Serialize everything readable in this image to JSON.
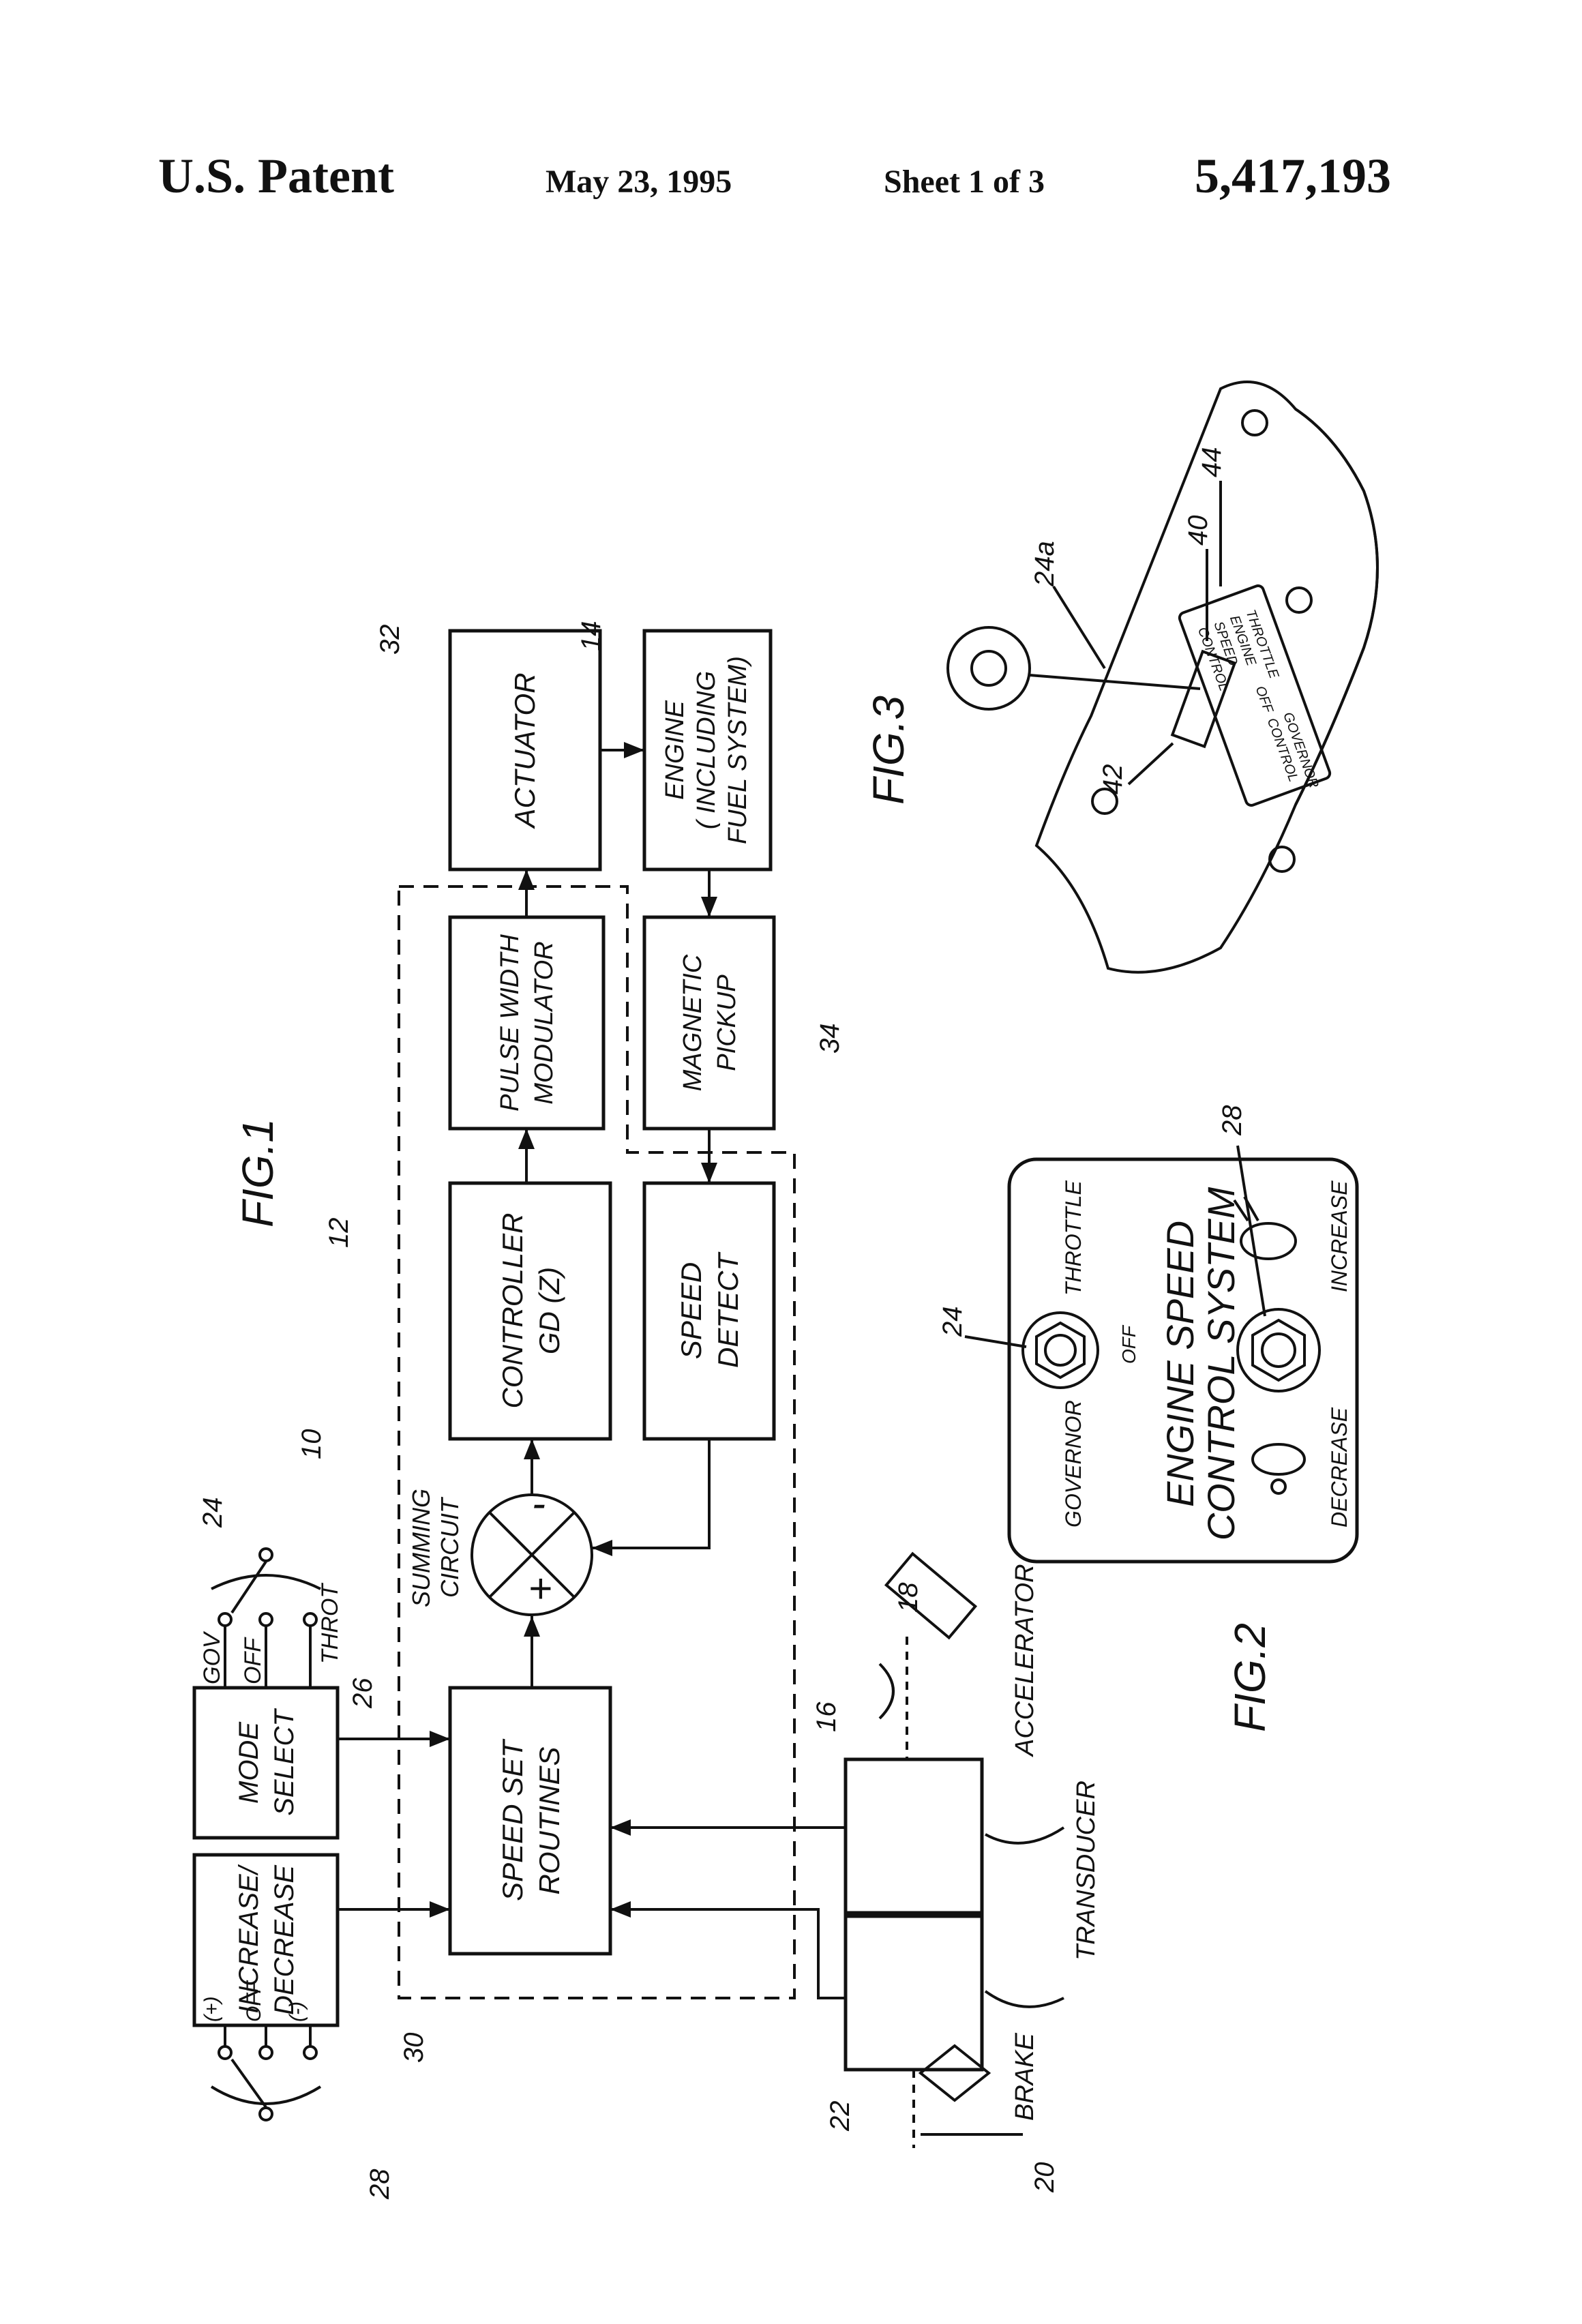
{
  "header": {
    "left": "U.S. Patent",
    "date": "May 23, 1995",
    "sheet": "Sheet 1 of 3",
    "number": "5,417,193"
  },
  "fig1": {
    "title": "FIG.1",
    "blocks": {
      "speed_set": [
        "SPEED SET",
        "ROUTINES"
      ],
      "controller": [
        "CONTROLLER",
        "GD (Z)"
      ],
      "pwm": [
        "PULSE WIDTH",
        "MODULATOR"
      ],
      "actuator": "ACTUATOR",
      "engine": [
        "ENGINE",
        "( INCLUDING",
        "FUEL SYSTEM)"
      ],
      "magnetic": [
        "MAGNETIC",
        "PICKUP"
      ],
      "speed_detect": [
        "SPEED",
        "DETECT"
      ],
      "mode_select": [
        "MODE",
        "SELECT"
      ],
      "incdec": [
        "INCREASE/",
        "DECREASE"
      ]
    },
    "summing": [
      "SUMMING",
      "CIRCUIT"
    ],
    "sum_plus": "+",
    "sum_minus": "-",
    "switch_mode": [
      "GOV",
      "OFF",
      "THROT"
    ],
    "switch_incdec": [
      "(+)",
      "OFF",
      "(-)"
    ],
    "accelerator": "ACCELERATOR",
    "transducer": "TRANSDUCER",
    "brake": "BRAKE",
    "refs": {
      "r10": "10",
      "r12": "12",
      "r14": "14",
      "r16": "16",
      "r18": "18",
      "r20": "20",
      "r22": "22",
      "r24": "24",
      "r26": "26",
      "r28": "28",
      "r30": "30",
      "r32": "32",
      "r34": "34"
    }
  },
  "fig2": {
    "title": "FIG.2",
    "governor": "GOVERNOR",
    "off": "OFF",
    "throttle": "THROTTLE",
    "name": [
      "ENGINE SPEED",
      "CONTROL SYSTEM"
    ],
    "decrease": "DECREASE",
    "increase": "INCREASE",
    "refs": {
      "r24": "24",
      "r28": "28"
    }
  },
  "fig3": {
    "title": "FIG.3",
    "plate": [
      "THROTTLE",
      "ENGINE",
      "SPEED",
      "CONTROL",
      "OFF",
      "GOVERNOR",
      "CONTROL"
    ],
    "refs": {
      "r24a": "24a",
      "r40": "40",
      "r42": "42",
      "r44": "44"
    }
  }
}
